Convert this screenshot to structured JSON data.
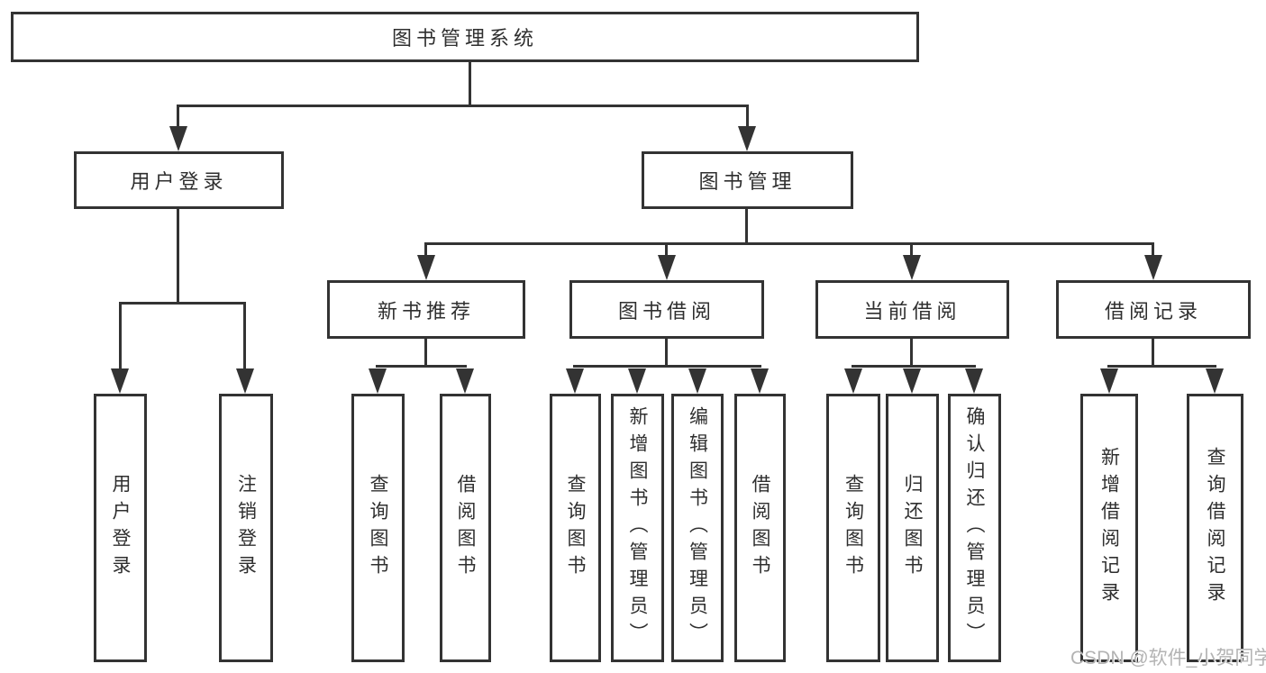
{
  "tree": {
    "label": "图书管理系统",
    "children": [
      {
        "label": "用户登录",
        "children": [
          {
            "label": "用户登录"
          },
          {
            "label": "注销登录"
          }
        ]
      },
      {
        "label": "图书管理",
        "children": [
          {
            "label": "新书推荐",
            "children": [
              {
                "label": "查询图书"
              },
              {
                "label": "借阅图书"
              }
            ]
          },
          {
            "label": "图书借阅",
            "children": [
              {
                "label": "查询图书"
              },
              {
                "label": "新增图书（管理员）"
              },
              {
                "label": "编辑图书（管理员）"
              },
              {
                "label": "借阅图书"
              }
            ]
          },
          {
            "label": "当前借阅",
            "children": [
              {
                "label": "查询图书"
              },
              {
                "label": "归还图书"
              },
              {
                "label": "确认归还（管理员）"
              }
            ]
          },
          {
            "label": "借阅记录",
            "children": [
              {
                "label": "新增借阅记录"
              },
              {
                "label": "查询借阅记录"
              }
            ]
          }
        ]
      }
    ]
  },
  "watermark": {
    "text": "CSDN @软件_小贺同学"
  },
  "colors": {
    "line": "#333333",
    "text": "#2f2f2f",
    "watermark": "#b3b3b3",
    "background": "#ffffff"
  }
}
